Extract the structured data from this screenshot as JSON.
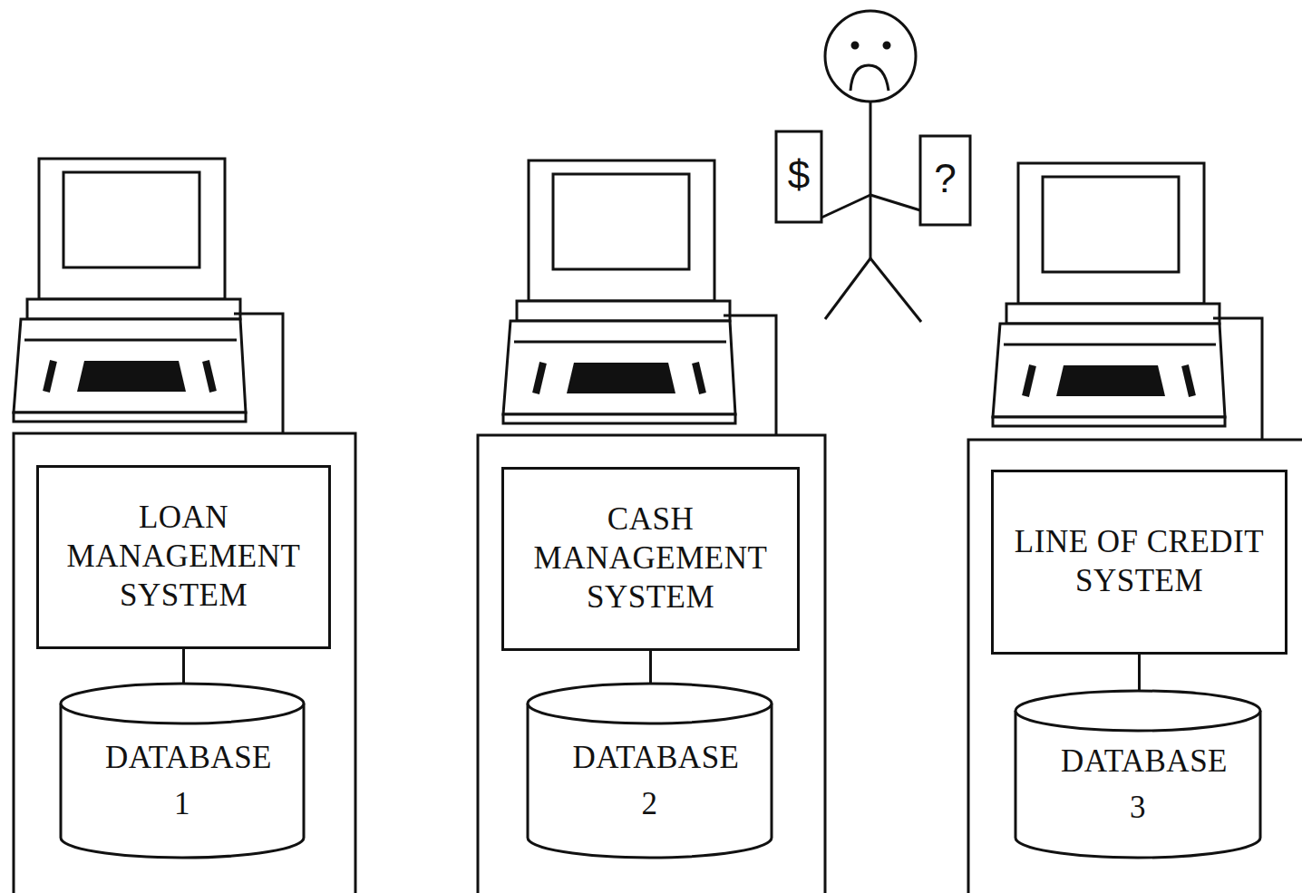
{
  "diagram": {
    "nodes": [
      {
        "text": [
          "LOAN MANAGEMENT SYSTEM"
        ]
      },
      {
        "text": [
          "DATABASE 1"
        ]
      },
      {
        "text": [
          "CASH MANAGEMENT SYSTEM"
        ]
      },
      {
        "text": [
          "DATABASE 2"
        ]
      },
      {
        "text": [
          "LINE OF CREDIT SYSTEM"
        ]
      },
      {
        "text": [
          "DATABASE 3"
        ]
      }
    ],
    "edges": [
      {
        "from": 0,
        "to": 1,
        "arrow": "none"
      },
      {
        "from": 2,
        "to": 3,
        "arrow": "none"
      },
      {
        "from": 4,
        "to": 5,
        "arrow": "none"
      }
    ],
    "labels": [
      "$",
      "?"
    ]
  }
}
